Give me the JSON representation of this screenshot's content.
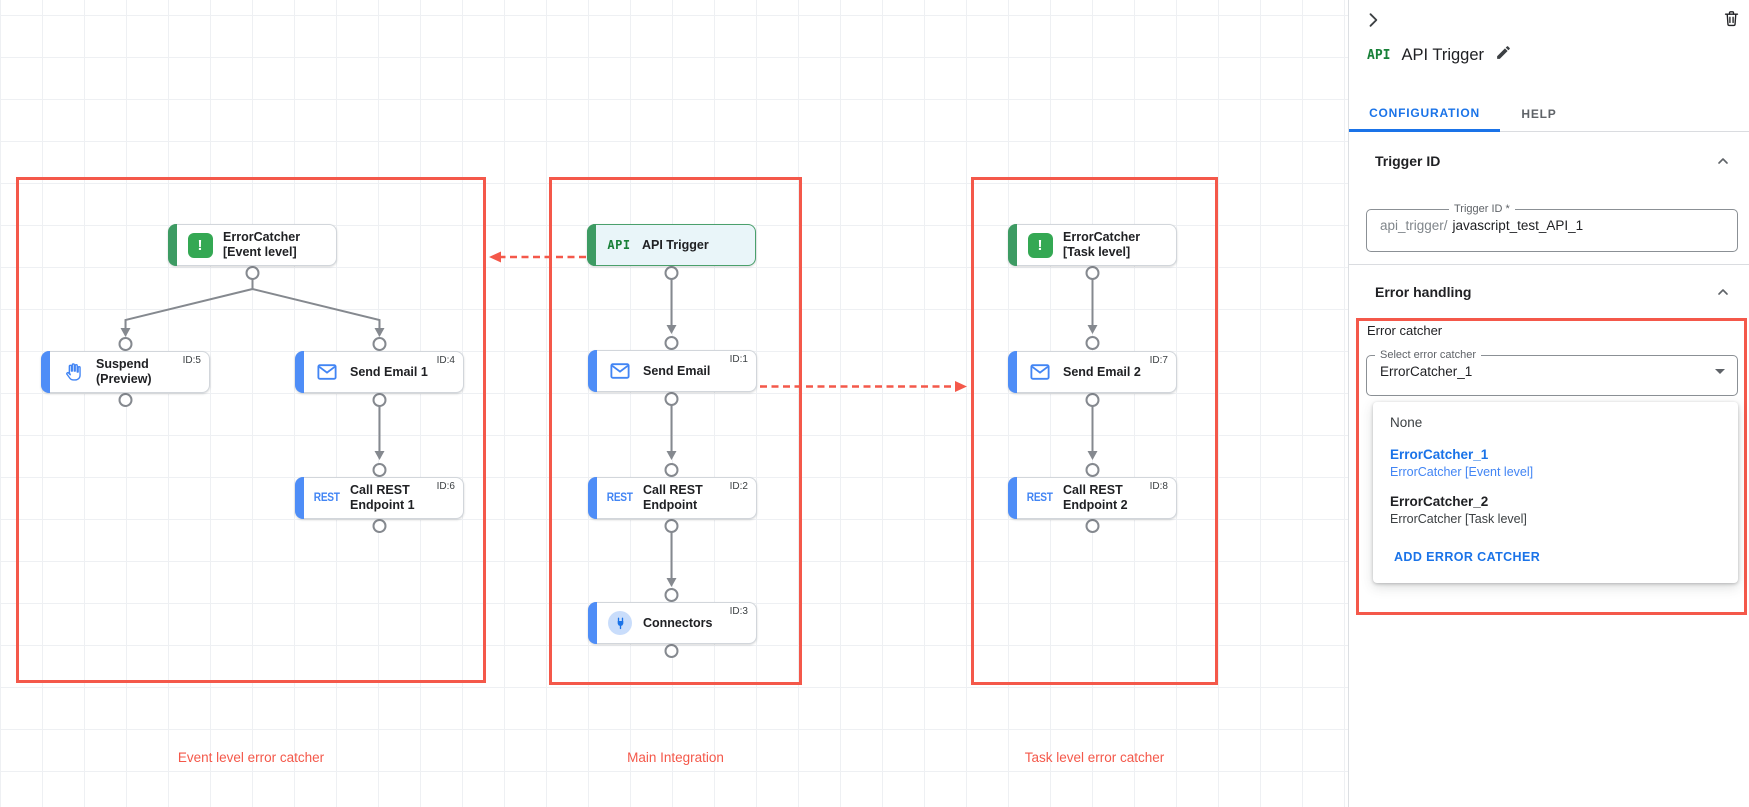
{
  "colors": {
    "accent_red": "#F4584A",
    "dot_red": "#D93025",
    "green": "#34A853",
    "blue": "#4285F4",
    "link_blue": "#1A73E8",
    "connector_gray": "#85898F"
  },
  "icons": {
    "api_logo": "API",
    "rest_logo": "REST",
    "error_glyph": "!"
  },
  "canvas": {
    "groups": [
      {
        "label": "Event level error catcher"
      },
      {
        "label": "Main Integration"
      },
      {
        "label": "Task level error catcher"
      }
    ],
    "nodes": [
      {
        "title": "ErrorCatcher",
        "subtitle": "[Event level]",
        "badge": ""
      },
      {
        "title": "Suspend",
        "subtitle": "(Preview)",
        "badge": "ID:5"
      },
      {
        "title": "Send Email 1",
        "subtitle": "",
        "badge": "ID:4"
      },
      {
        "title": "Call REST",
        "subtitle": "Endpoint 1",
        "badge": "ID:6"
      },
      {
        "title": "API Trigger",
        "subtitle": "",
        "badge": ""
      },
      {
        "title": "Send Email",
        "subtitle": "",
        "badge": "ID:1"
      },
      {
        "title": "Call REST",
        "subtitle": "Endpoint",
        "badge": "ID:2"
      },
      {
        "title": "Connectors",
        "subtitle": "",
        "badge": "ID:3"
      },
      {
        "title": "ErrorCatcher",
        "subtitle": "[Task level]",
        "badge": ""
      },
      {
        "title": "Send Email 2",
        "subtitle": "",
        "badge": "ID:7"
      },
      {
        "title": "Call REST",
        "subtitle": "Endpoint 2",
        "badge": "ID:8"
      }
    ]
  },
  "panel": {
    "logo": "API",
    "title": "API Trigger",
    "tabs": [
      {
        "label": "CONFIGURATION"
      },
      {
        "label": "HELP"
      }
    ],
    "trigger_id": {
      "heading": "Trigger ID",
      "field_label": "Trigger ID *",
      "prefix": "api_trigger/",
      "value": "javascript_test_API_1"
    },
    "error_handling": {
      "heading": "Error handling",
      "group_label": "Error catcher",
      "select_label": "Select error catcher",
      "select_value": "ErrorCatcher_1",
      "options": [
        {
          "name": "None",
          "detail": ""
        },
        {
          "name": "ErrorCatcher_1",
          "detail": "ErrorCatcher [Event level]"
        },
        {
          "name": "ErrorCatcher_2",
          "detail": "ErrorCatcher [Task level]"
        }
      ],
      "add_button": "ADD ERROR CATCHER"
    }
  }
}
